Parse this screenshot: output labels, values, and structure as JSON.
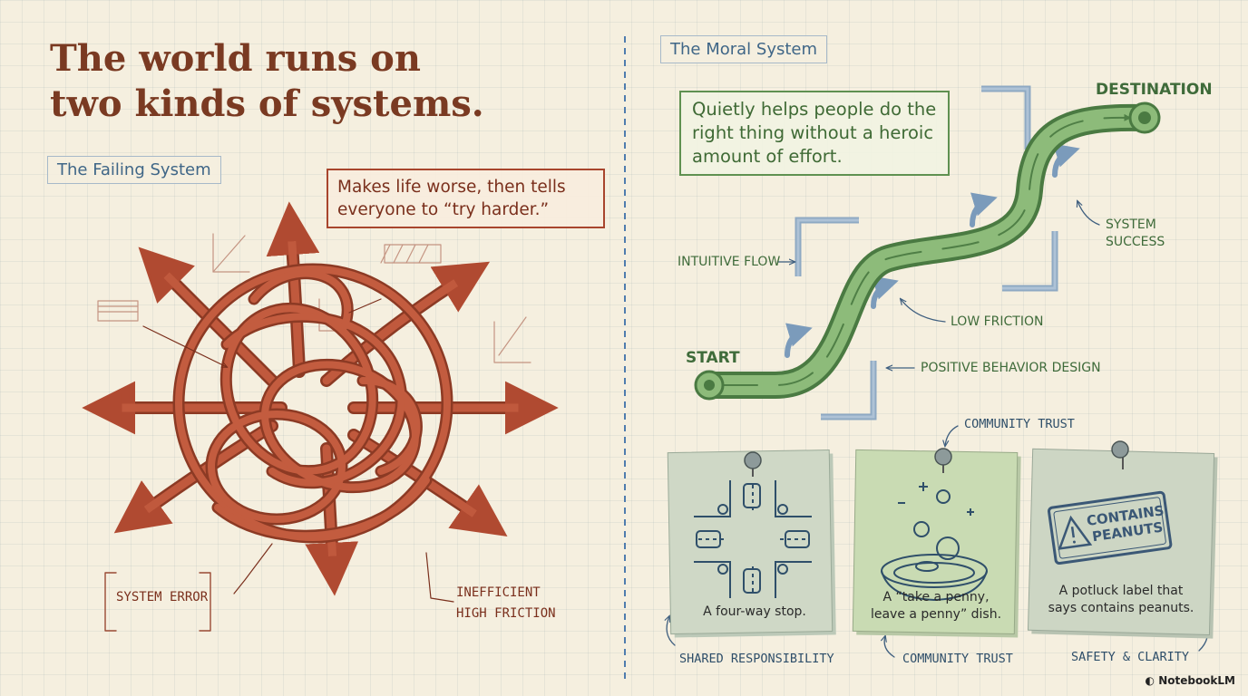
{
  "title": {
    "line1": "The world runs on",
    "line2": "two kinds of systems."
  },
  "failing": {
    "tag": "The Failing System",
    "callout": {
      "line1": "Makes life worse, then tells",
      "line2": "everyone to “try harder.”"
    },
    "labels": {
      "error": "SYSTEM ERROR",
      "inefficient": "INEFFICIENT",
      "friction": "HIGH FRICTION"
    }
  },
  "moral": {
    "tag": "The Moral System",
    "callout": {
      "line1": "Quietly helps people do the",
      "line2": "right thing without a heroic",
      "line3": "amount of effort."
    },
    "labels": {
      "destination": "DESTINATION",
      "start": "START",
      "intuitive": "INTUITIVE FLOW",
      "success1": "SYSTEM",
      "success2": "SUCCESS",
      "low_friction": "LOW FRICTION",
      "positive": "POSITIVE BEHAVIOR DESIGN",
      "community_top": "COMMUNITY TRUST"
    },
    "cards": [
      {
        "text": "A four-way stop.",
        "caption": "SHARED RESPONSIBILITY",
        "icon": "intersection-icon"
      },
      {
        "text1": "A “take a penny,",
        "text2": "leave a penny” dish.",
        "caption": "COMMUNITY TRUST",
        "icon": "penny-dish-icon"
      },
      {
        "text1": "A potluck label that",
        "text2": "says contains peanuts.",
        "caption": "SAFETY & CLARITY",
        "icon": "warning-label-icon",
        "stamp1": "CONTAINS",
        "stamp2": "PEANUTS"
      }
    ]
  },
  "brand": "NotebookLM",
  "colors": {
    "failing": "#a8452d",
    "moral": "#6a9a5c",
    "blueprint": "#7a9bbb",
    "paper": "#f5efdf"
  }
}
